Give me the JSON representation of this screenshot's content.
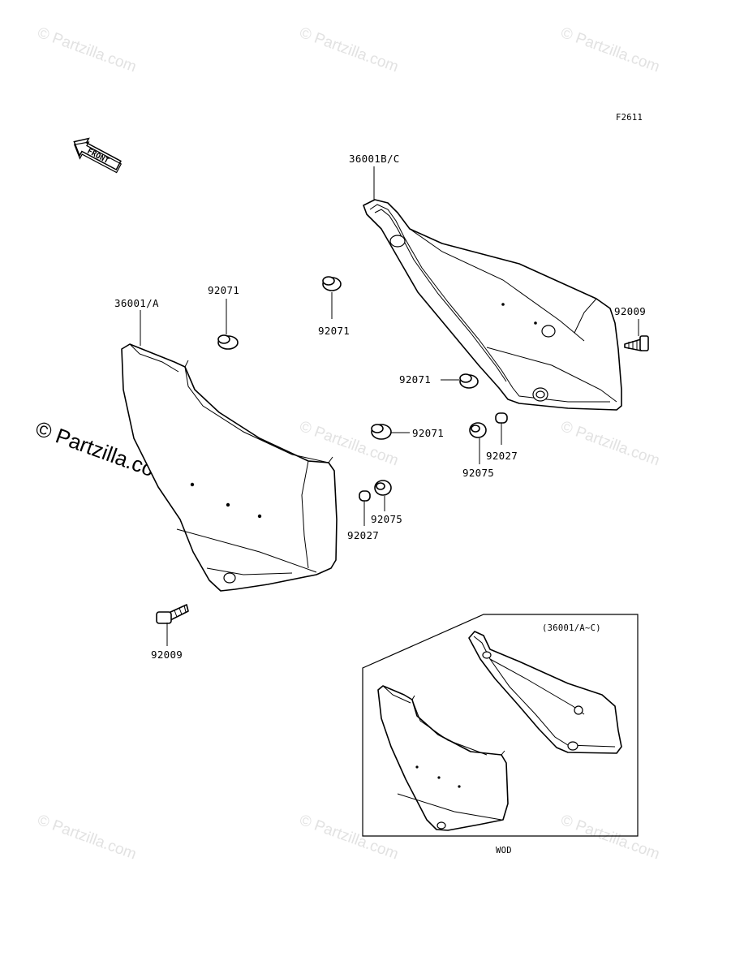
{
  "diagram": {
    "figure_code": "F2611",
    "front_label": "FRONT",
    "labels": {
      "cover_right": "36001B/C",
      "cover_left": "36001/A",
      "grommet_a": "92071",
      "grommet_b": "92071",
      "grommet_c": "92071",
      "grommet_d": "92071",
      "bolt_right": "92009",
      "bolt_left": "92009",
      "collar_right": "92075",
      "collar_left": "92075",
      "spacer_right": "92027",
      "spacer_left": "92027"
    },
    "inset": {
      "title": "(36001/A~C)",
      "caption": "WOD"
    },
    "watermarks": [
      "© Partzilla.com"
    ],
    "watermark_large": "© Partzilla.com"
  }
}
